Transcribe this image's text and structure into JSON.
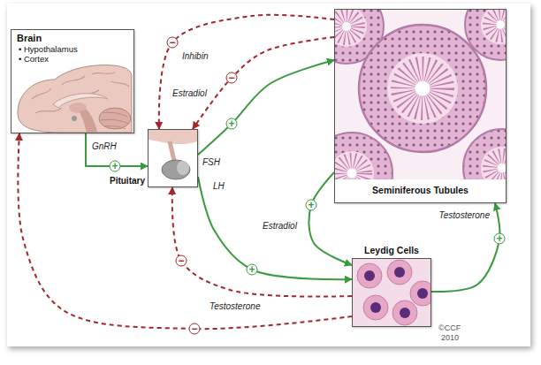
{
  "diagram": {
    "nodes": [
      {
        "text": [
          "Brain",
          "• Hypothalamus",
          "• Cortex"
        ]
      },
      {
        "text": [
          "Pituitary"
        ]
      },
      {
        "text": [
          "Seminiferous Tubules"
        ]
      },
      {
        "text": [
          "Leydig Cells"
        ]
      }
    ],
    "edges": [
      {
        "from": 0,
        "to": 1,
        "arrow": "to",
        "label": "GnRH"
      },
      {
        "from": 1,
        "to": 2,
        "arrow": "to",
        "label": "FSH"
      },
      {
        "from": 1,
        "to": 3,
        "arrow": "to",
        "label": "LH"
      },
      {
        "from": 2,
        "to": 3,
        "arrow": "to",
        "label": "Estradiol"
      },
      {
        "from": 3,
        "to": 2,
        "arrow": "to",
        "label": "Testosterone"
      },
      {
        "from": 2,
        "to": 1,
        "arrow": "to",
        "label": "Inhibin"
      },
      {
        "from": 2,
        "to": 1,
        "arrow": "to",
        "label": "Estradiol"
      },
      {
        "from": 3,
        "to": 1,
        "arrow": "to"
      },
      {
        "from": 3,
        "to": 0,
        "arrow": "to",
        "label": "Testosterone"
      }
    ],
    "labels": [
      "+",
      "+",
      "+",
      "+",
      "+",
      "−",
      "−",
      "−",
      "−",
      "©CCF",
      "2010"
    ]
  }
}
